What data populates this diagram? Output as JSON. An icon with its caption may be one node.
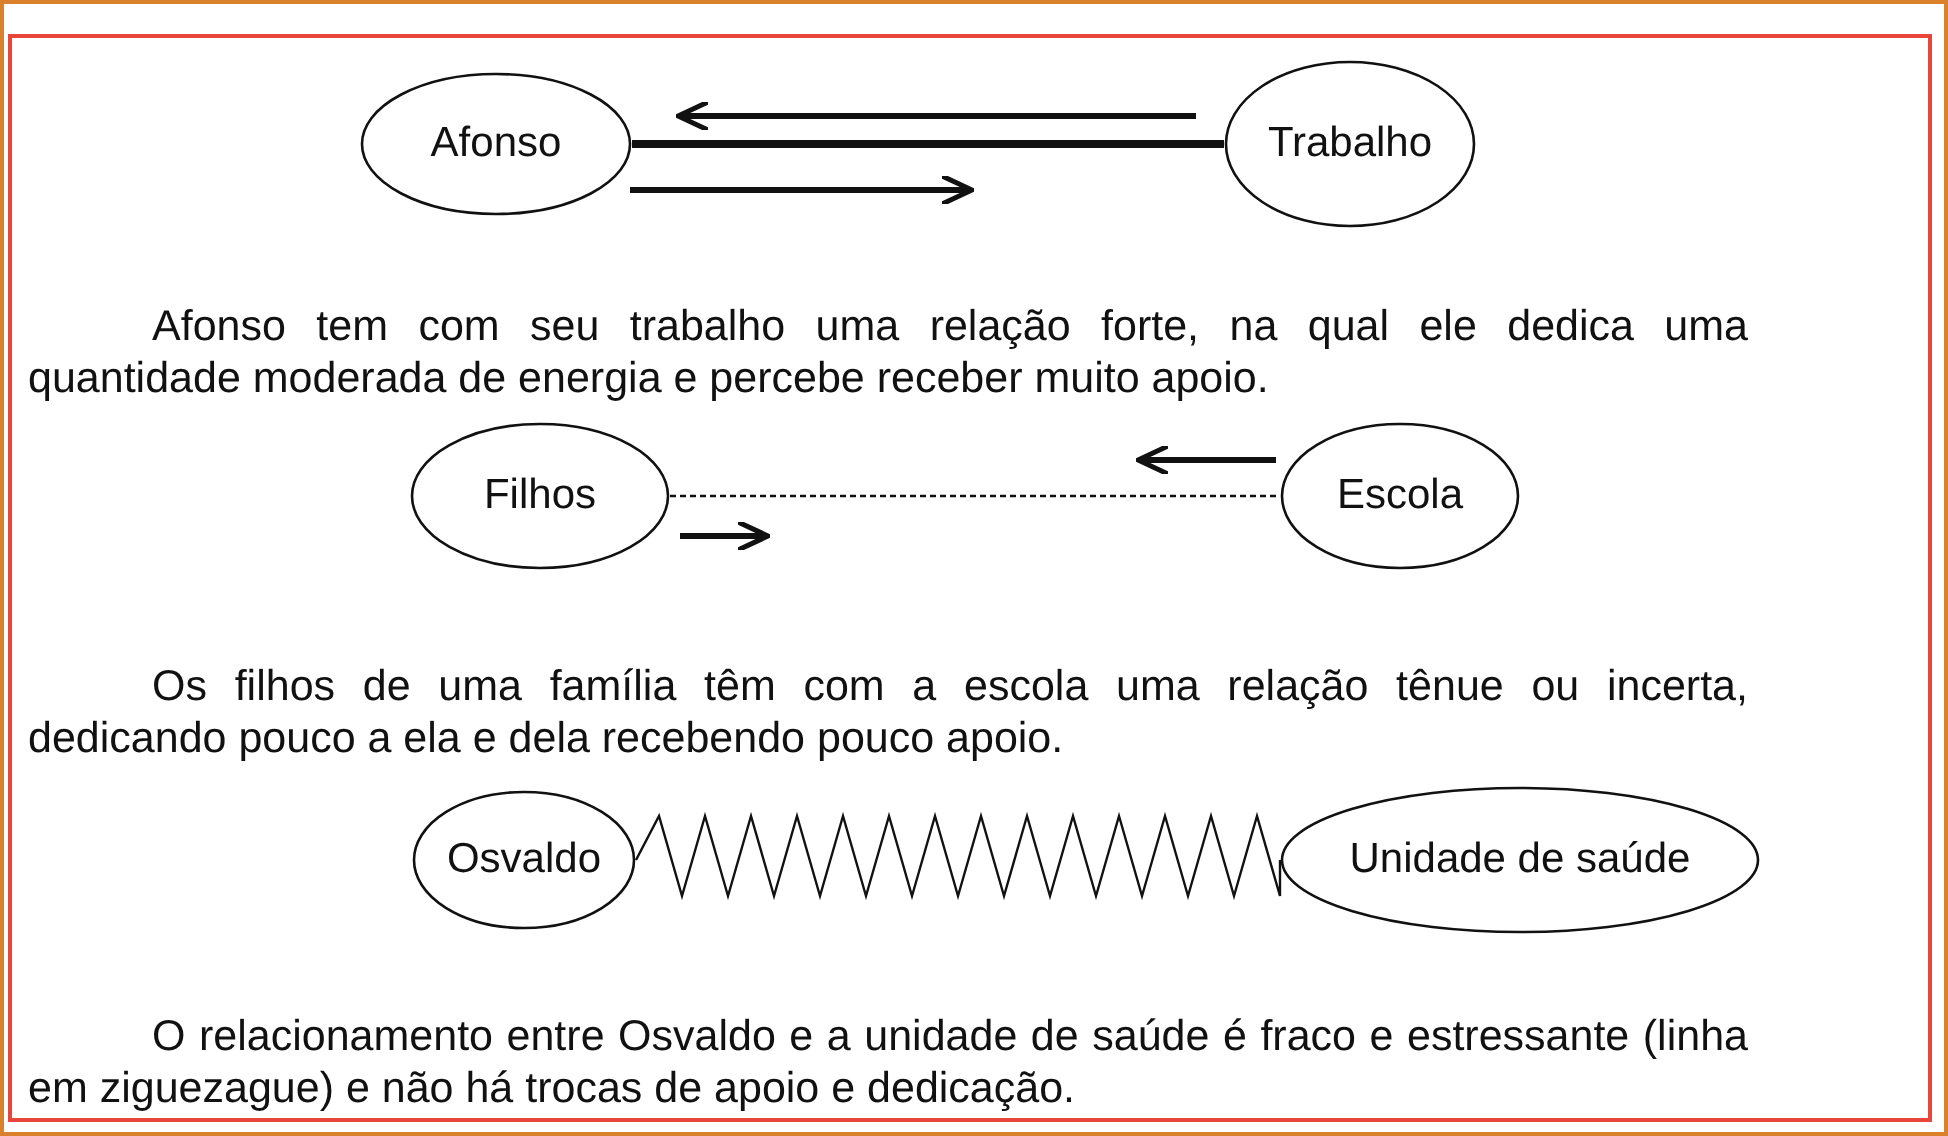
{
  "diagram": {
    "nodes": [
      {
        "text": [
          "Afonso"
        ]
      },
      {
        "text": [
          "Trabalho"
        ]
      },
      {
        "text": [
          "Filhos"
        ]
      },
      {
        "text": [
          "Escola"
        ]
      },
      {
        "text": [
          "Osvaldo"
        ]
      },
      {
        "text": [
          "Unidade de saúde"
        ]
      }
    ],
    "edges": [
      {
        "from": 0,
        "to": 1,
        "arrow": "none",
        "style": "thick"
      },
      {
        "from": 2,
        "to": 3,
        "arrow": "none",
        "style": "dashed"
      },
      {
        "from": 4,
        "to": 5,
        "arrow": "none"
      }
    ],
    "labels": [
      "Afonso tem com seu trabalho uma relação forte, na qual ele dedica uma quantidade moderada de energia e percebe receber muito apoio.",
      "Os filhos de uma família têm com a escola uma relação tênue ou incerta, dedicando pouco a ela e dela recebendo pouco apoio.",
      "O relacionamento entre Osvaldo e a unidade de saúde é fraco e estressante (linha em ziguezague) e não há trocas de apoio e dedicação."
    ]
  }
}
